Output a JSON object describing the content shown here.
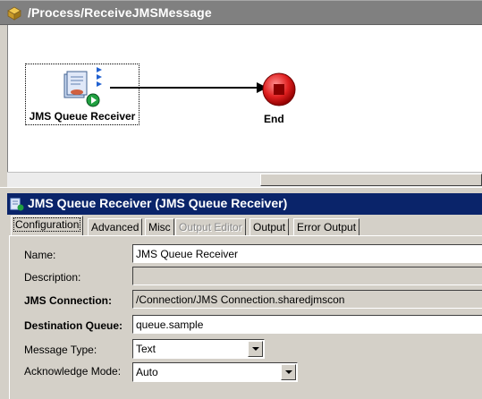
{
  "process": {
    "title": "/Process/ReceiveJMSMessage",
    "activity_label": "JMS Queue Receiver",
    "end_label": "End"
  },
  "properties": {
    "title": "JMS Queue Receiver (JMS Queue Receiver)",
    "tabs": [
      {
        "label": "Configuration",
        "state": "active"
      },
      {
        "label": "Advanced",
        "state": "normal"
      },
      {
        "label": "Misc",
        "state": "normal"
      },
      {
        "label": "Output Editor",
        "state": "disabled"
      },
      {
        "label": "Output",
        "state": "normal"
      },
      {
        "label": "Error Output",
        "state": "normal"
      }
    ],
    "fields": {
      "name": {
        "label": "Name:",
        "value": "JMS Queue Receiver"
      },
      "description": {
        "label": "Description:",
        "value": ""
      },
      "jms_connection": {
        "label": "JMS Connection:",
        "value": "/Connection/JMS Connection.sharedjmscon"
      },
      "destination_queue": {
        "label": "Destination Queue:",
        "value": "queue.sample"
      },
      "message_type": {
        "label": "Message Type:",
        "value": "Text"
      },
      "acknowledge_mode": {
        "label": "Acknowledge Mode:",
        "value": "Auto"
      }
    }
  },
  "colors": {
    "active_titlebar": "#0a246a",
    "inactive_titlebar": "#808080",
    "end_node": "#e02020"
  }
}
